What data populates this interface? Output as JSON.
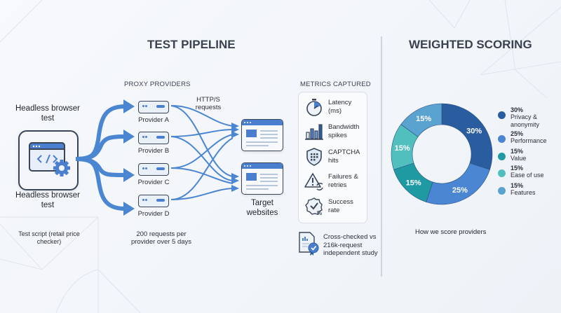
{
  "pipeline": {
    "title": "TEST PIPELINE",
    "headless_top_label": "Headless browser test",
    "headless_bottom_label": "Headless browser test",
    "test_script_caption": "Test script (retail price checker)",
    "proxy_section_label": "PROXY PROVIDERS",
    "providers": [
      {
        "label": "Provider A"
      },
      {
        "label": "Provider B"
      },
      {
        "label": "Provider C"
      },
      {
        "label": "Provider D"
      }
    ],
    "providers_caption": "200 requests per provider over 5 days",
    "requests_label": "HTTP/S requests",
    "targets_label": "Target websites",
    "metrics_section_label": "METRICS CAPTURED",
    "metrics": [
      {
        "icon": "stopwatch-icon",
        "label": "Latency (ms)"
      },
      {
        "icon": "bar-chart-icon",
        "label": "Bandwidth spikes"
      },
      {
        "icon": "shield-captcha-icon",
        "label": "CAPTCHA hits"
      },
      {
        "icon": "warning-retry-icon",
        "label": "Failures & retries"
      },
      {
        "icon": "badge-check-percent-icon",
        "label": "Success rate"
      }
    ],
    "crosscheck_label": "Cross-checked vs 216k-request independent study",
    "crosscheck_icon": "certified-document-icon"
  },
  "scoring": {
    "title": "WEIGHTED SCORING",
    "caption": "How we score providers"
  },
  "colors": {
    "accent_blue": "#4a7fd0",
    "dark_outline": "#3a4658"
  },
  "chart_data": {
    "type": "pie",
    "variant": "donut",
    "title": "WEIGHTED SCORING",
    "caption": "How we score providers",
    "legend_position": "right",
    "slices": [
      {
        "name": "Privacy & anonymity",
        "value": 30,
        "label": "30%",
        "color": "#2a5d9f"
      },
      {
        "name": "Performance",
        "value": 25,
        "label": "25%",
        "color": "#4a86d1"
      },
      {
        "name": "Value",
        "value": 15,
        "label": "15%",
        "color": "#1f9aa3"
      },
      {
        "name": "Ease of use",
        "value": 15,
        "label": "15%",
        "color": "#52bfbf"
      },
      {
        "name": "Features",
        "value": 15,
        "label": "15%",
        "color": "#5aa2cf"
      }
    ]
  }
}
